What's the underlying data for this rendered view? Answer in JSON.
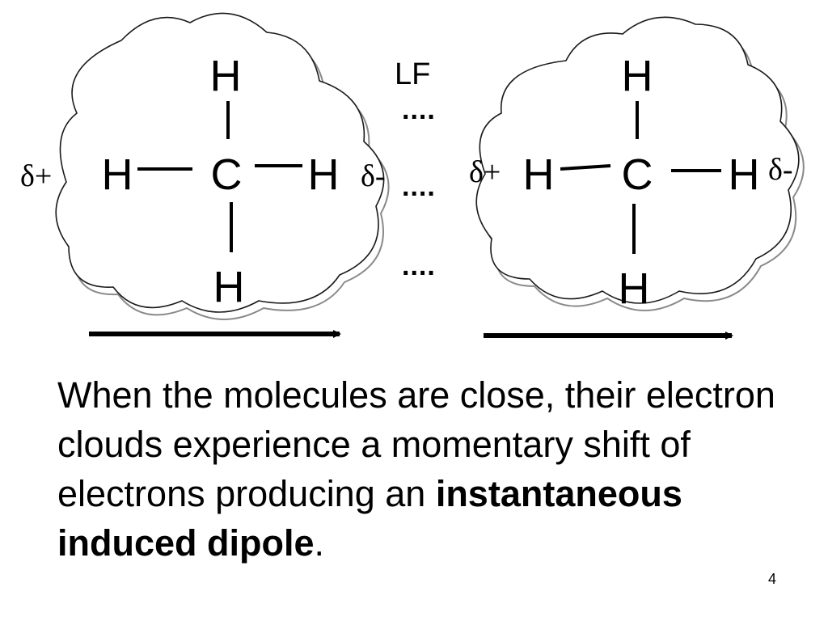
{
  "molecule_left": {
    "top_h": "H",
    "left_h": "H",
    "center_c": "C",
    "right_h": "H",
    "bottom_h": "H"
  },
  "molecule_right": {
    "top_h": "H",
    "left_h": "H",
    "center_c": "C",
    "right_h": "H",
    "bottom_h": "H"
  },
  "charges": {
    "left_outer": "δ+",
    "left_inner": "δ-",
    "right_inner": "δ+",
    "right_outer": "δ-"
  },
  "force_label": "LF",
  "attraction_dots": {
    "top": "....",
    "middle": "....",
    "bottom": "...."
  },
  "caption": {
    "text": "When the molecules are close, their electron clouds experience a momentary shift of electrons producing an ",
    "bold": "instantaneous induced dipole",
    "end": "."
  },
  "slide_number": "4"
}
